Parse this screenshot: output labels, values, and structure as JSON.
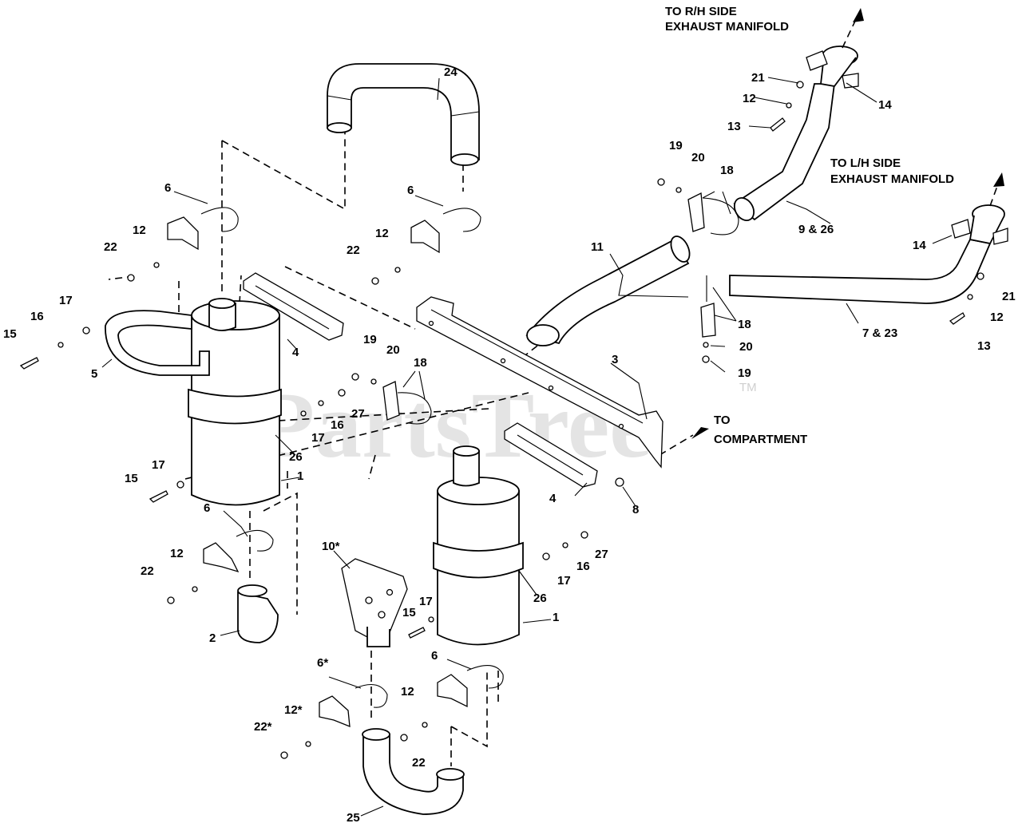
{
  "callouts": {
    "rh_manifold": [
      "TO R/H SIDE",
      "EXHAUST MANIFOLD"
    ],
    "lh_manifold": [
      "TO L/H SIDE",
      "EXHAUST MANIFOLD"
    ],
    "compartment": [
      "TO",
      "COMPARTMENT"
    ]
  },
  "watermark": {
    "text": "PartsTree",
    "trademark": "TM"
  },
  "parts": [
    "24",
    "21",
    "12",
    "13",
    "14",
    "19",
    "20",
    "18",
    "6",
    "6",
    "12",
    "12",
    "22",
    "22",
    "17",
    "16",
    "15",
    "5",
    "4",
    "11",
    "9 & 26",
    "14",
    "21",
    "12",
    "13",
    "7 & 23",
    "18",
    "20",
    "19",
    "19",
    "20",
    "18",
    "27",
    "16",
    "17",
    "26",
    "3",
    "15",
    "17",
    "1",
    "8",
    "4",
    "6",
    "12",
    "22",
    "2",
    "10*",
    "17",
    "15",
    "1",
    "17",
    "16",
    "27",
    "26",
    "6*",
    "12*",
    "22*",
    "6",
    "12",
    "22",
    "25"
  ]
}
